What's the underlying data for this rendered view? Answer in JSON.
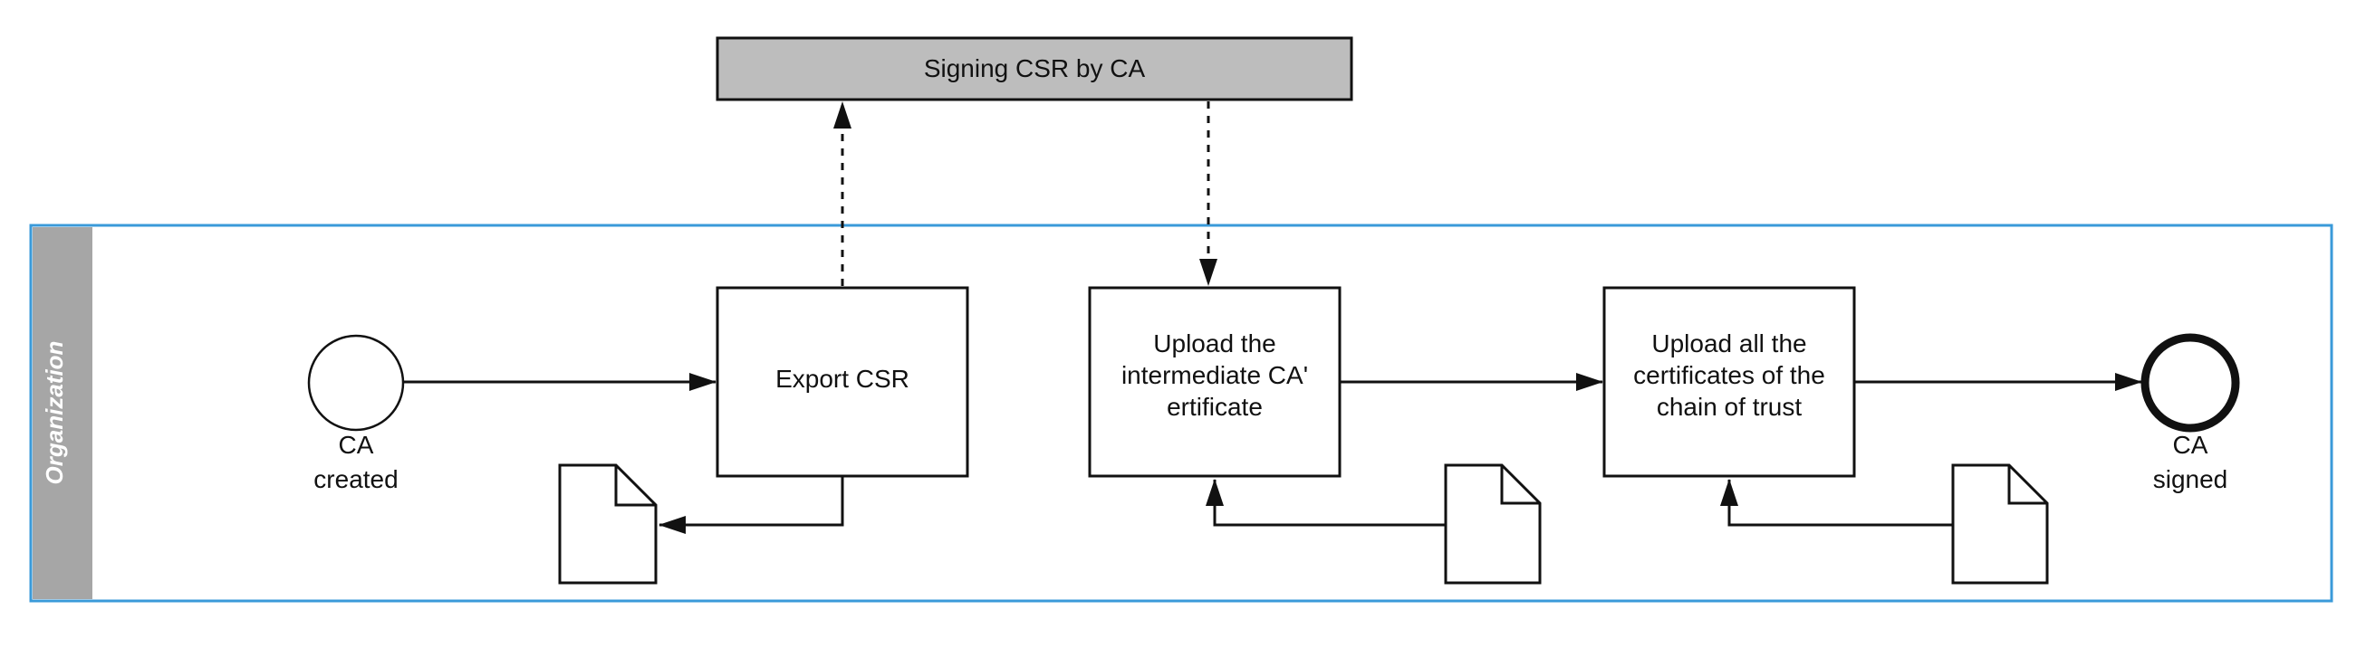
{
  "external_process": {
    "label": "Signing CSR by CA"
  },
  "pool": {
    "label": "Organization"
  },
  "start_event": {
    "label_lines": [
      "CA",
      "created"
    ]
  },
  "end_event": {
    "label_lines": [
      "CA",
      "signed"
    ]
  },
  "tasks": [
    {
      "id": "export",
      "label_lines": [
        "Export CSR"
      ]
    },
    {
      "id": "upload_intermediate",
      "label_lines": [
        "Upload the",
        "intermediate CA'",
        "ertificate"
      ]
    },
    {
      "id": "upload_chain",
      "label_lines": [
        "Upload all the",
        "certificates of the",
        "chain of trust"
      ]
    }
  ],
  "colors": {
    "pool_border": "#3a9ad9",
    "lane_header": "#a6a6a6",
    "external_fill": "#bdbdbd",
    "stroke": "#111111"
  },
  "icons": [
    "document-icon",
    "document-icon",
    "document-icon"
  ]
}
